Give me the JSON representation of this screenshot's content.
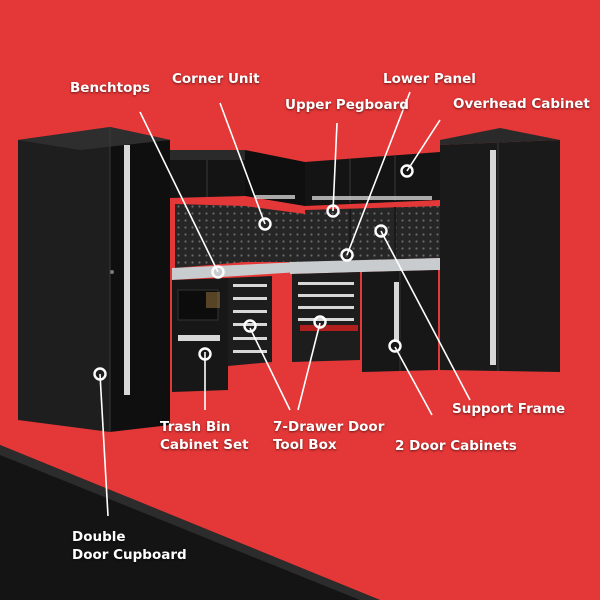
{
  "colors": {
    "background": "#ee3b3b",
    "dark_band": "#141414",
    "cabinet_body": "#1c1c1c",
    "cabinet_panel": "#0d0d0d",
    "pegboard": "#2a2a2a",
    "benchtop": "#c9ccce",
    "handle": "#d8d8d8",
    "callout": "#ffffff"
  },
  "labels": {
    "benchtops": "Benchtops",
    "corner_unit": "Corner Unit",
    "lower_panel": "Lower Panel",
    "upper_pegboard": "Upper Pegboard",
    "overhead_cabinet": "Overhead Cabinet",
    "support_frame": "Support Frame",
    "trash_bin_line1": "Trash Bin",
    "trash_bin_line2": "Cabinet Set",
    "tool_box_line1": "7-Drawer Door",
    "tool_box_line2": "Tool Box",
    "two_door_cabinets": "2 Door Cabinets",
    "double_door_line1": "Double",
    "double_door_line2": "Door Cupboard"
  }
}
